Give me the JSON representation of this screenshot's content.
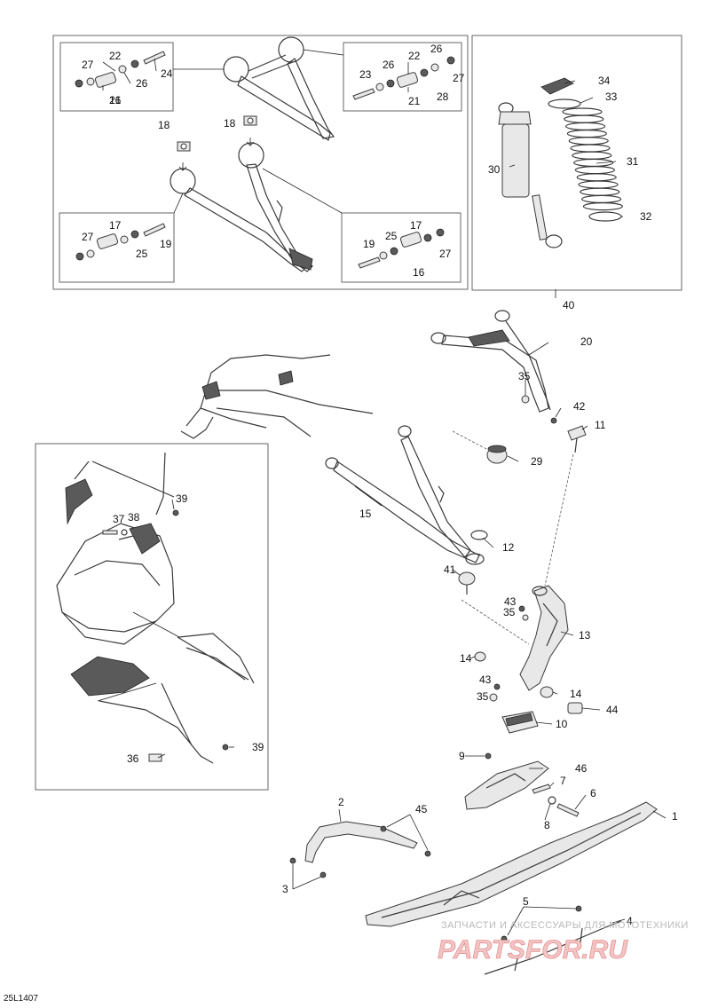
{
  "diagram": {
    "code": "25L1407",
    "callouts": [
      "1",
      "2",
      "3",
      "4",
      "5",
      "6",
      "7",
      "8",
      "9",
      "10",
      "11",
      "12",
      "13",
      "14",
      "14",
      "15",
      "16",
      "16",
      "17",
      "17",
      "18",
      "18",
      "19",
      "19",
      "20",
      "21",
      "21",
      "22",
      "22",
      "23",
      "24",
      "25",
      "25",
      "26",
      "26",
      "26",
      "27",
      "27",
      "27",
      "27",
      "28",
      "29",
      "30",
      "31",
      "32",
      "33",
      "34",
      "35",
      "35",
      "35",
      "36",
      "37",
      "38",
      "39",
      "39",
      "40",
      "41",
      "42",
      "43",
      "43",
      "44",
      "45",
      "46"
    ]
  },
  "watermark": {
    "line1": "ЗАПЧАСТИ И АКСЕССУАРЫ ДЛЯ МОТОТЕХНИКИ",
    "line2": "PARTSFOR.RU"
  }
}
